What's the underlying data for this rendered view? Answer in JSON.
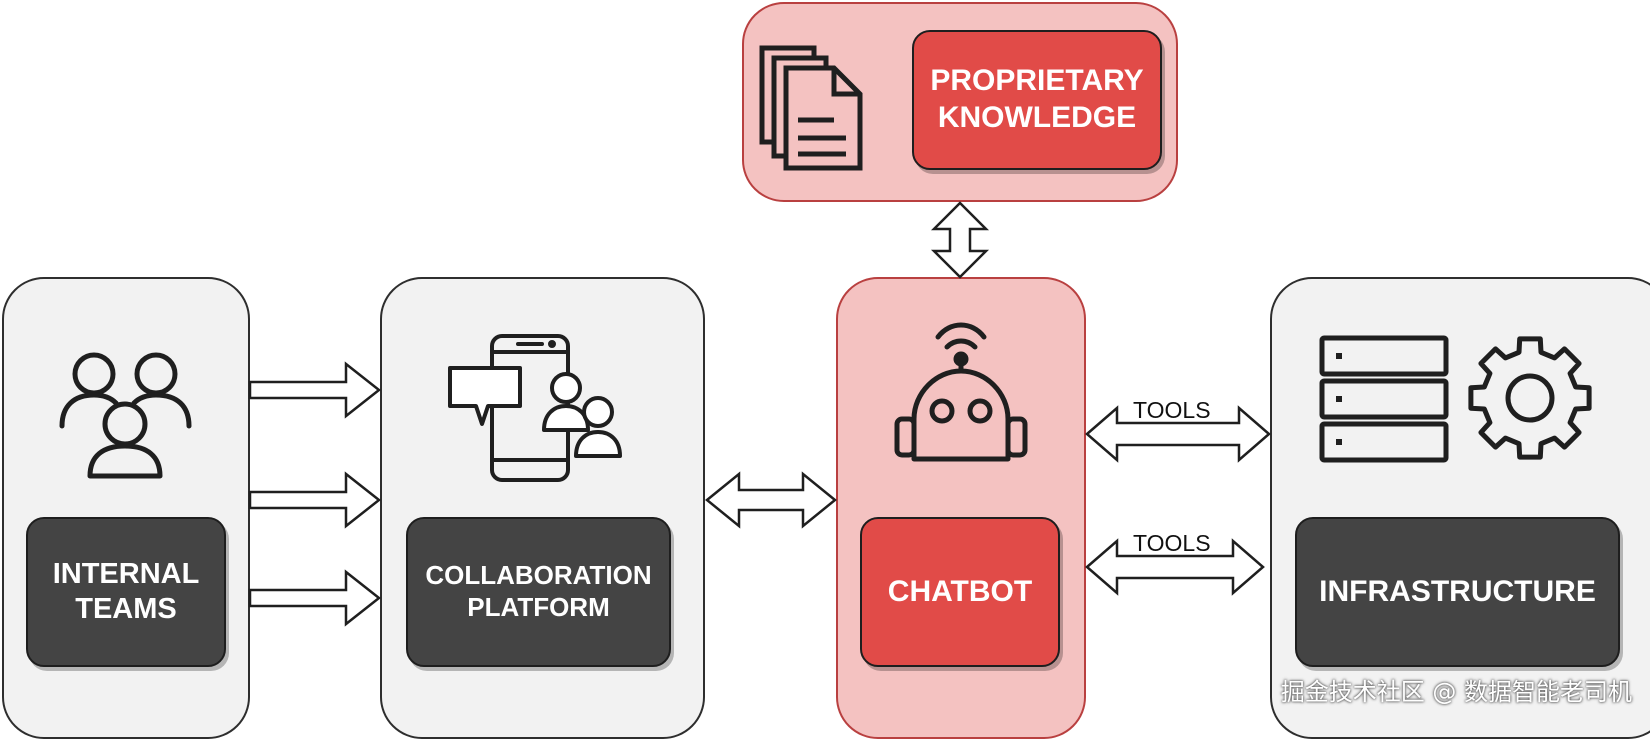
{
  "nodes": {
    "internal_teams": {
      "label": "INTERNAL\nTEAMS",
      "icon": "people-icon"
    },
    "collaboration_platform": {
      "label": "COLLABORATION\nPLATFORM",
      "icon": "phone-chat-icon"
    },
    "chatbot": {
      "label": "CHATBOT",
      "icon": "robot-icon"
    },
    "infrastructure": {
      "label": "INFRASTRUCTURE",
      "icons": [
        "server-rack-icon",
        "gear-icon"
      ]
    },
    "proprietary_knowledge": {
      "label": "PROPRIETARY\nKNOWLEDGE",
      "icon": "documents-icon"
    }
  },
  "edges": {
    "tools_upper": "TOOLS",
    "tools_lower": "TOOLS"
  },
  "colors": {
    "panel_gray": "#f2f2f2",
    "panel_red": "#f4c2c1",
    "label_dark": "#444444",
    "label_red": "#e14b48"
  },
  "watermark": "掘金技术社区 @ 数据智能老司机"
}
